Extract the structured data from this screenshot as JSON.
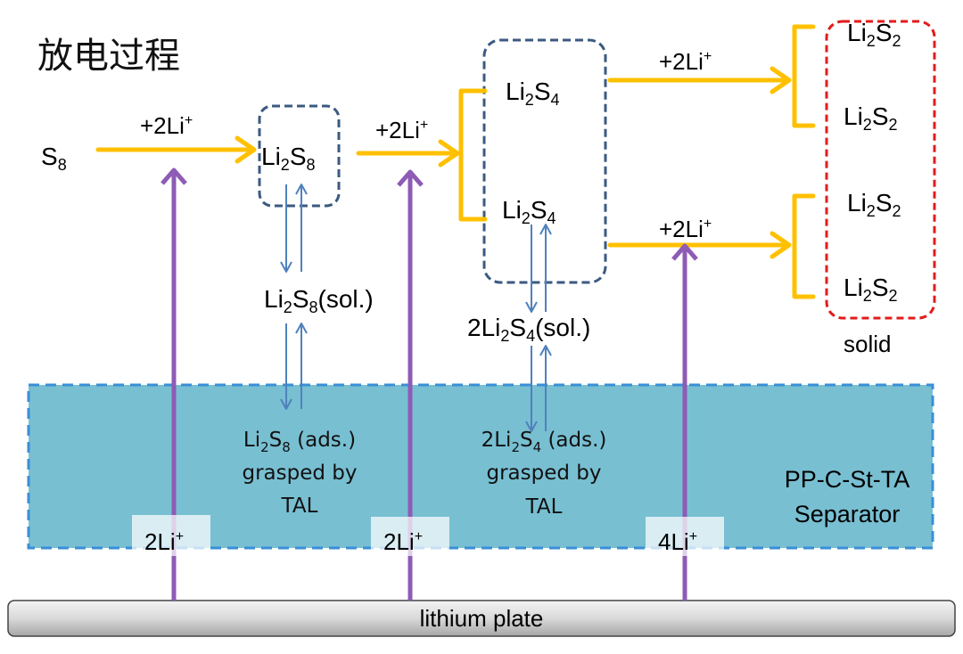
{
  "title": "放电过程",
  "species": {
    "s8": {
      "main": "S",
      "sub": "8"
    },
    "li2s8": {
      "a": "Li",
      "s1": "2",
      "b": "S",
      "s2": "8"
    },
    "li2s4_top": {
      "a": "Li",
      "s1": "2",
      "b": "S",
      "s2": "4"
    },
    "li2s4_bottom": {
      "a": "Li",
      "s1": "2",
      "b": "S",
      "s2": "4"
    },
    "li2s2": [
      {
        "a": "Li",
        "s1": "2",
        "b": "S",
        "s2": "2"
      },
      {
        "a": "Li",
        "s1": "2",
        "b": "S",
        "s2": "2"
      },
      {
        "a": "Li",
        "s1": "2",
        "b": "S",
        "s2": "2"
      },
      {
        "a": "Li",
        "s1": "2",
        "b": "S",
        "s2": "2"
      }
    ],
    "solid_label": "solid",
    "li2s8_sol": {
      "a": "Li",
      "s1": "2",
      "b": "S",
      "s2": "8",
      "tail": "(sol.)"
    },
    "li2s4_sol": {
      "pre": "2Li",
      "s1": "2",
      "b": "S",
      "s2": "4",
      "tail": "(sol.)"
    },
    "li2s8_ads": {
      "a": "Li",
      "s1": "2",
      "b": "S",
      "s2": "8",
      "tail": " (ads.)",
      "line2": "grasped by",
      "line3": "TAL"
    },
    "li2s4_ads": {
      "pre": "2Li",
      "s1": "2",
      "b": "S",
      "s2": "4",
      "tail": " (ads.)",
      "line2": "grasped by",
      "line3": "TAL"
    }
  },
  "reactions": {
    "r1": {
      "label": "+2Li",
      "sup": "+"
    },
    "r2": {
      "label": "+2Li",
      "sup": "+"
    },
    "r3": {
      "label": "+2Li",
      "sup": "+"
    },
    "r4": {
      "label": "+2Li",
      "sup": "+"
    }
  },
  "ion_flux": [
    {
      "label": "2Li",
      "sup": "+"
    },
    {
      "label": "2Li",
      "sup": "+"
    },
    {
      "label": "4Li",
      "sup": "+"
    }
  ],
  "separator": {
    "line1": "PP-C-St-TA",
    "line2": "Separator"
  },
  "lithium_plate": "lithium plate",
  "colors": {
    "reaction_arrow": "#FFC000",
    "ion_arrow": "#8E5BB5",
    "equilibrium_arrow": "#4F81BD",
    "intermediate_box": "#3B5A80",
    "solid_box": "#E31B1B",
    "separator_fill": "#78BFD2",
    "separator_border": "#3A8FD6"
  }
}
